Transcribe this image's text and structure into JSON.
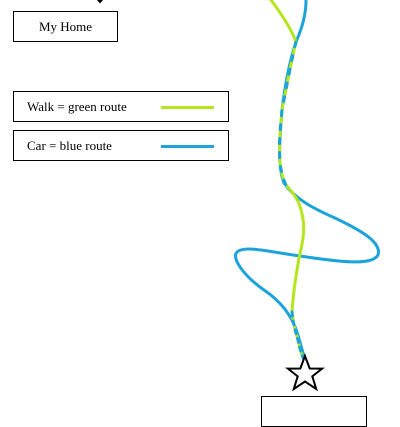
{
  "home_label": "My Home",
  "legend": {
    "walk_label": "Walk = green route",
    "car_label": "Car = blue route"
  },
  "routes": {
    "walk_color": "#b5e61d",
    "car_color": "#1ca3dc"
  },
  "icons": {
    "home_marker": "house-icon",
    "destination_marker": "star-icon"
  }
}
